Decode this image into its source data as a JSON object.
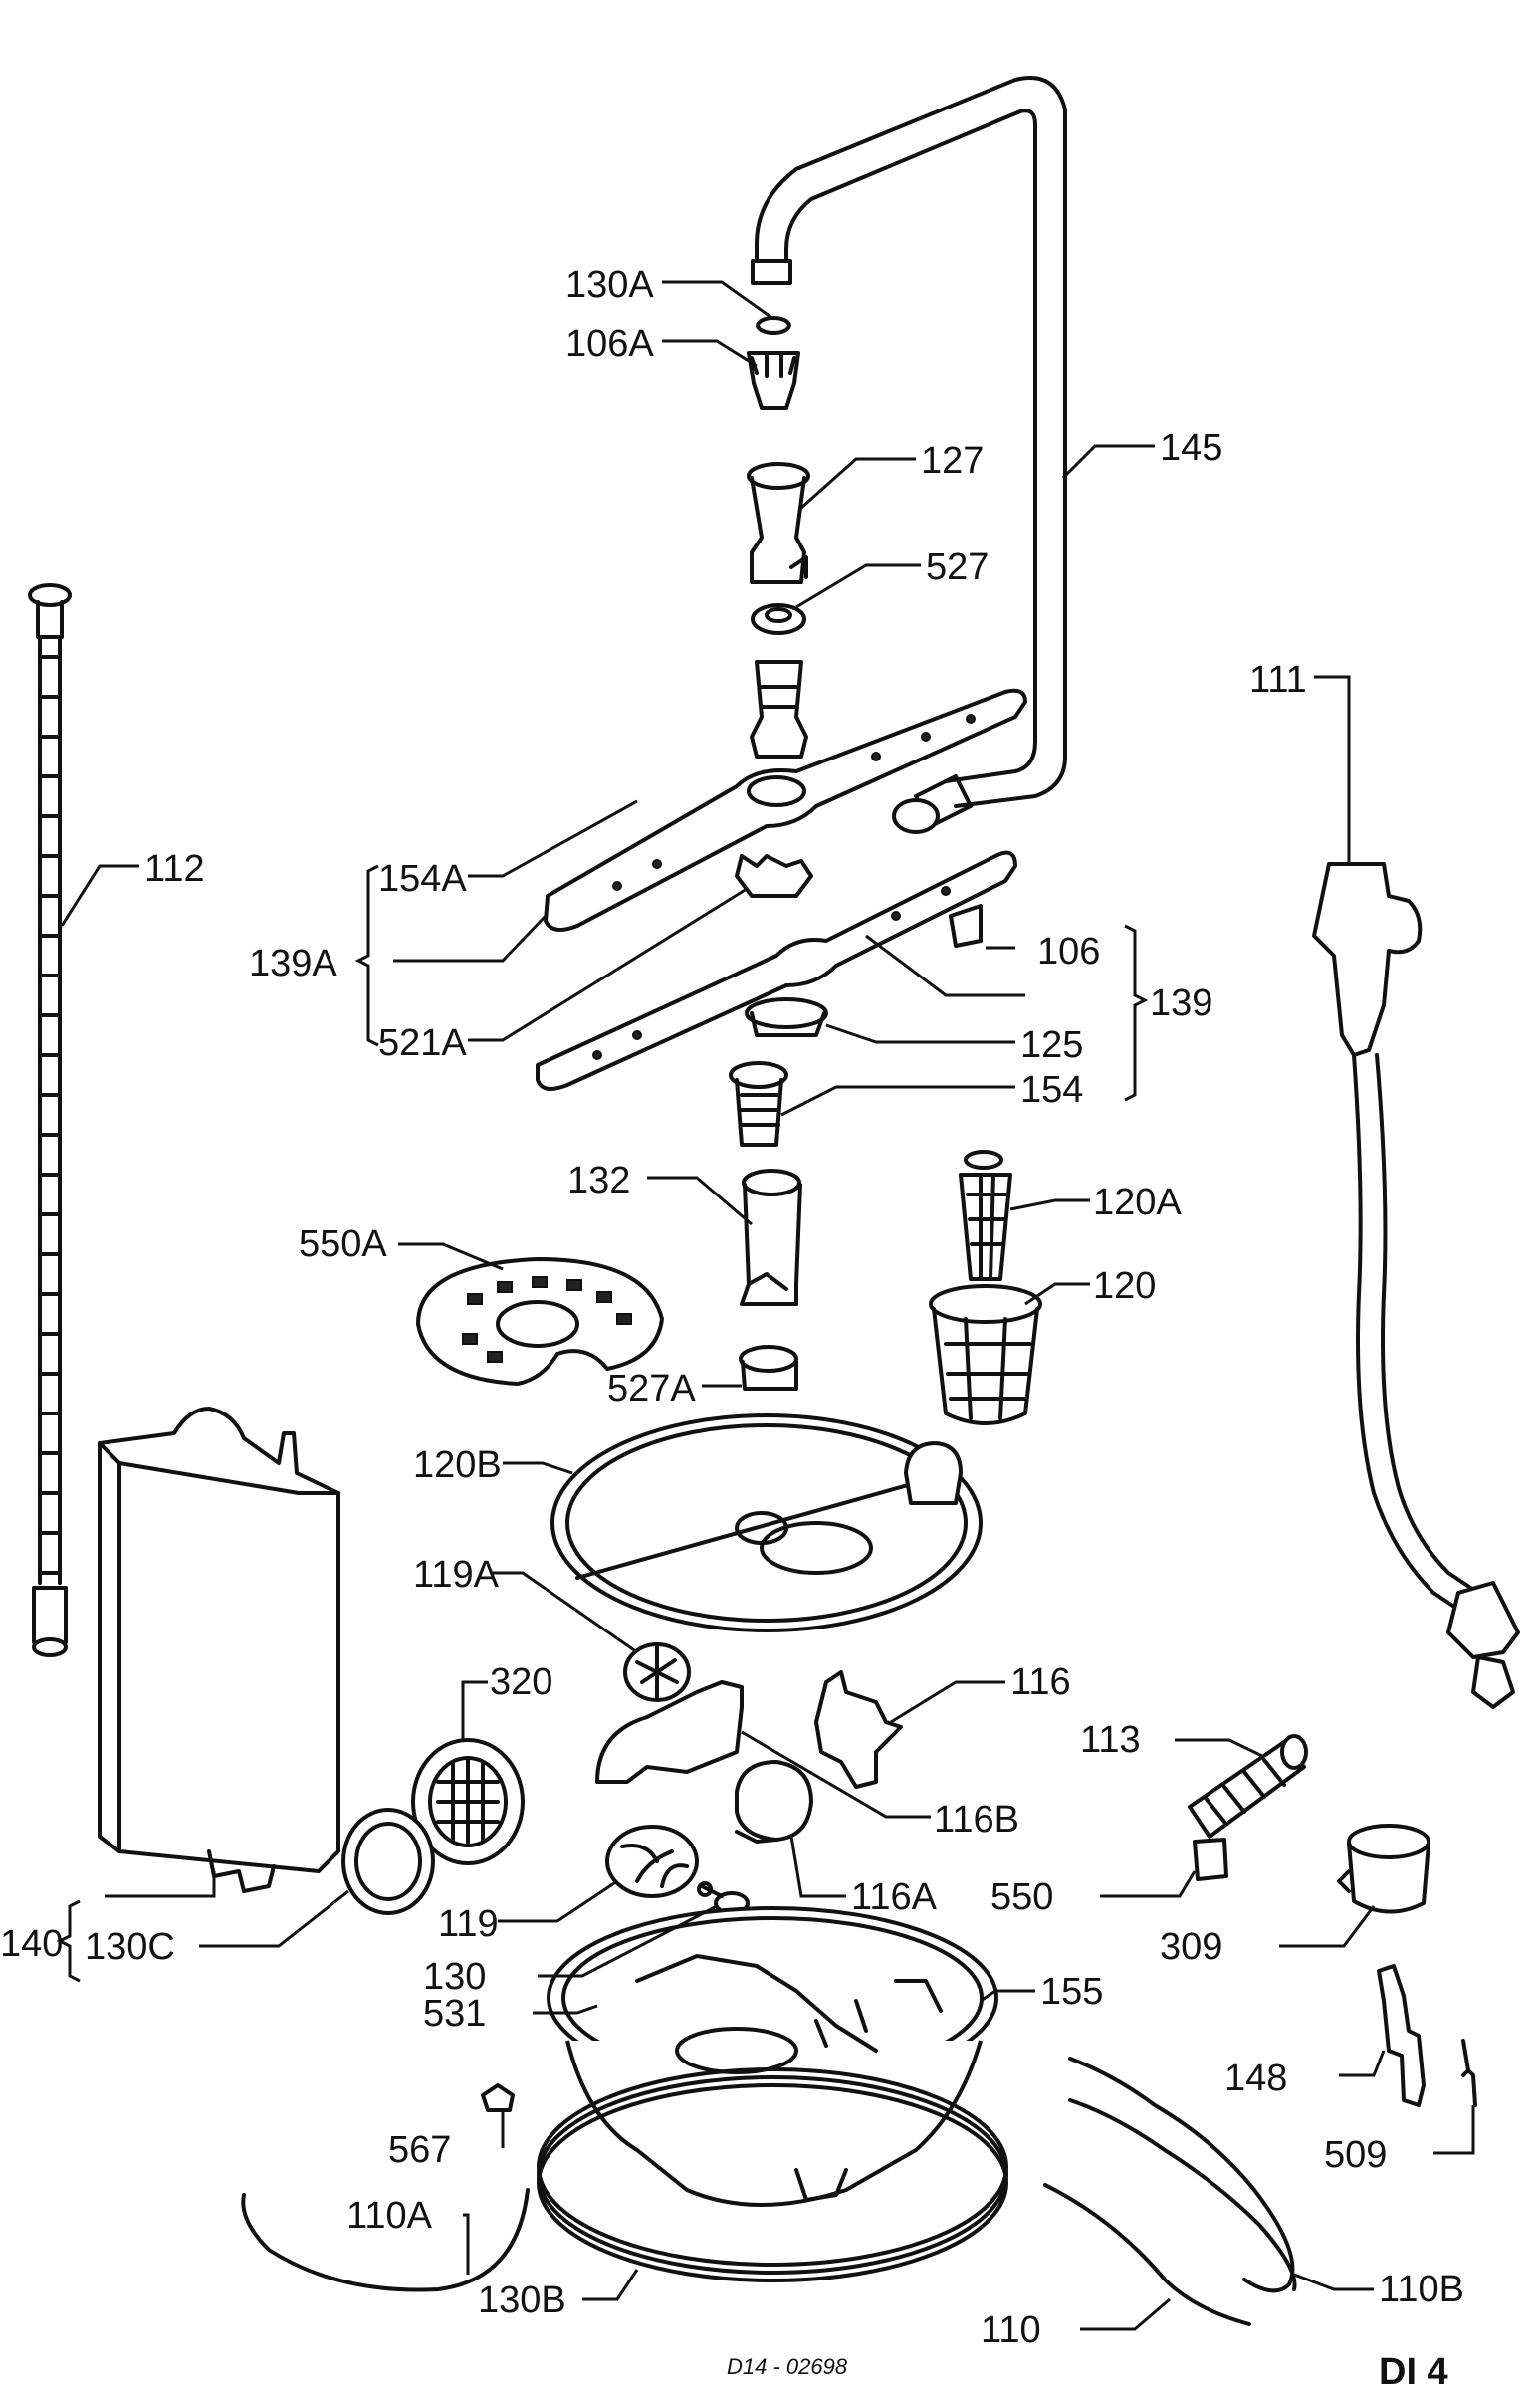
{
  "labels": {
    "l130A": "130A",
    "l106A": "106A",
    "l127": "127",
    "l145": "145",
    "l527": "527",
    "l111": "111",
    "l112": "112",
    "l154A": "154A",
    "l139A": "139A",
    "l521A": "521A",
    "l106": "106",
    "l139": "139",
    "l125": "125",
    "l154": "154",
    "l132": "132",
    "l120A": "120A",
    "l550A": "550A",
    "l120": "120",
    "l527A": "527A",
    "l120B": "120B",
    "l119A": "119A",
    "l320": "320",
    "l116": "116",
    "l113": "113",
    "l116B": "116B",
    "l140": "140",
    "l130C": "130C",
    "l119": "119",
    "l116A": "116A",
    "l550": "550",
    "l130": "130",
    "l309": "309",
    "l531": "531",
    "l155": "155",
    "l148": "148",
    "l567": "567",
    "l509": "509",
    "l110A": "110A",
    "l110B": "110B",
    "l130B": "130B",
    "l110": "110"
  },
  "drawing_code": "D14 - 02698",
  "sheet_id": "DI 4"
}
